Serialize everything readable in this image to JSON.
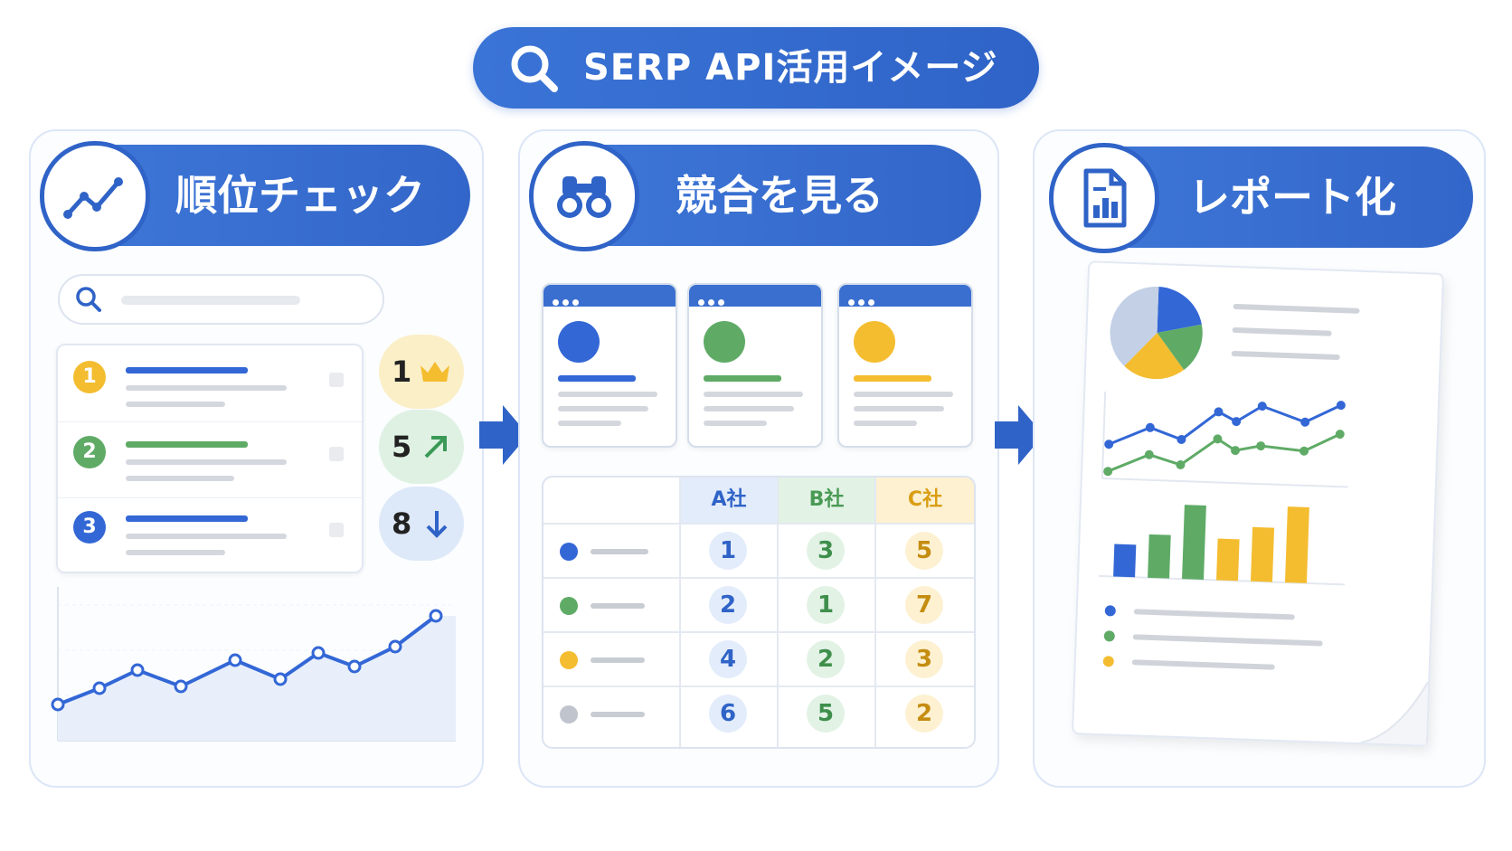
{
  "title": "SERP API活用イメージ",
  "panels": {
    "rank": {
      "header": "順位チェック",
      "badges": [
        "1",
        "5",
        "8"
      ]
    },
    "competitor": {
      "header": "競合を見る"
    },
    "report": {
      "header": "レポート化"
    }
  },
  "rank_list": [
    "1",
    "2",
    "3"
  ],
  "competitor_table": {
    "columns": [
      "A社",
      "B社",
      "C社"
    ],
    "rows": [
      [
        "1",
        "3",
        "5"
      ],
      [
        "2",
        "1",
        "7"
      ],
      [
        "4",
        "2",
        "3"
      ],
      [
        "6",
        "5",
        "2"
      ]
    ]
  },
  "colors": {
    "blue": "#3367d6",
    "green": "#5fab66",
    "yellow": "#f4bd30",
    "gray": "#c0c4cc"
  }
}
